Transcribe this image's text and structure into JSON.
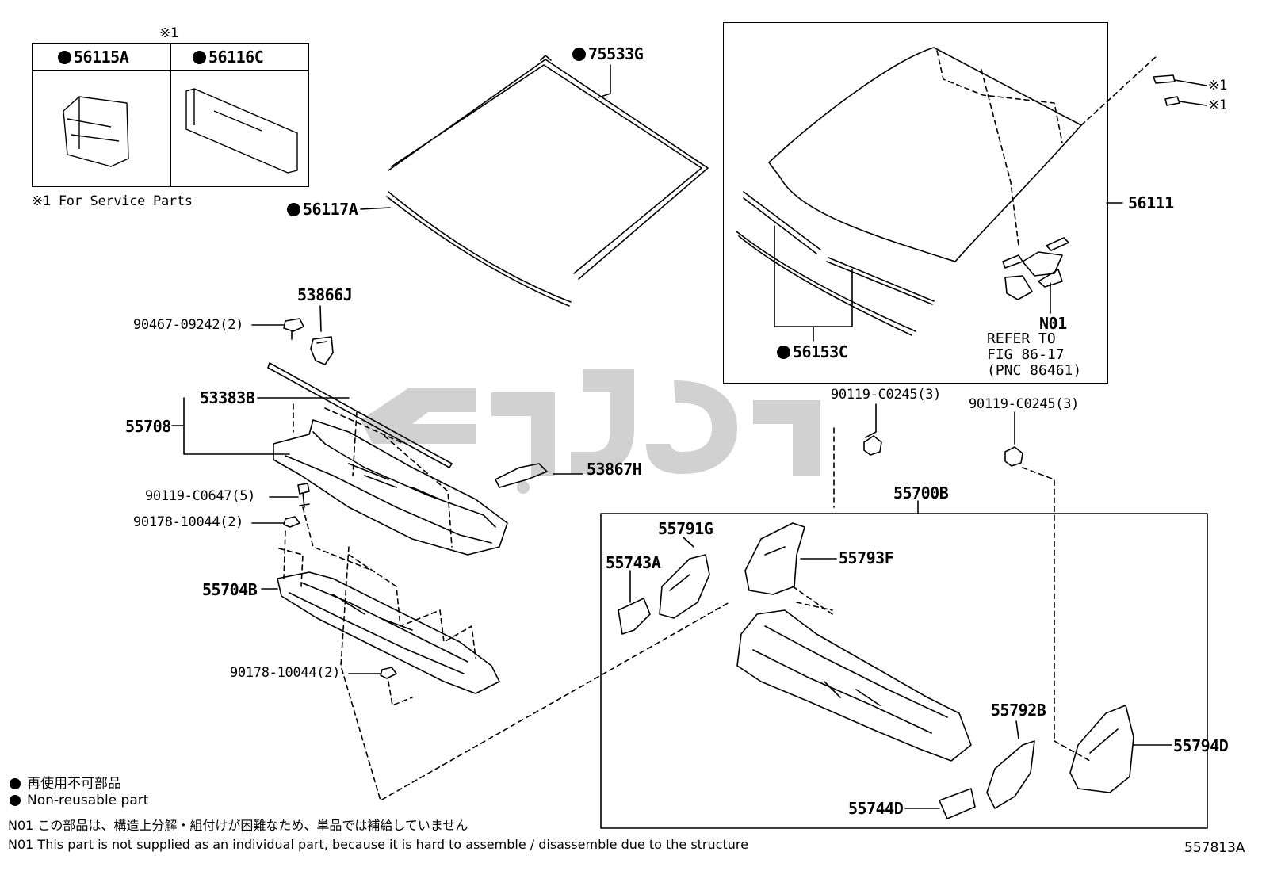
{
  "legend_box": {
    "header_mark": "※1",
    "items": [
      {
        "part_no": "56115A"
      },
      {
        "part_no": "56116C"
      }
    ],
    "footnote": "※1 For Service Parts"
  },
  "parts": {
    "p75533G": "75533G",
    "p56117A": "56117A",
    "p56111": "56111",
    "p56153C": "56153C",
    "pN01": "N01",
    "p53866J": "53866J",
    "p90467": "90467-09242(2)",
    "p53383B": "53383B",
    "p55708": "55708",
    "p53867H": "53867H",
    "p90119_0647": "90119-C0647(5)",
    "p90178_a": "90178-10044(2)",
    "p55704B": "55704B",
    "p90178_b": "90178-10044(2)",
    "p90119_0245_a": "90119-C0245(3)",
    "p90119_0245_b": "90119-C0245(3)",
    "p55700B": "55700B",
    "p55791G": "55791G",
    "p55743A": "55743A",
    "p55793F": "55793F",
    "p55792B": "55792B",
    "p55794D": "55794D",
    "p55744D": "55744D",
    "mark1": "※1",
    "mark2": "※1"
  },
  "refer": "REFER TO\nFIG 86-17\n(PNC 86461)",
  "notes": {
    "nonreusable_ja": "再使用不可部品",
    "nonreusable_en": "Non-reusable part",
    "n01_ja": "N01 この部品は、構造上分解・組付けが困難なため、単品では補給していません",
    "n01_en": "N01 This part is not supplied as an individual part, because it is hard to assemble / disassemble due to the structure"
  },
  "figure_id": "557813A"
}
